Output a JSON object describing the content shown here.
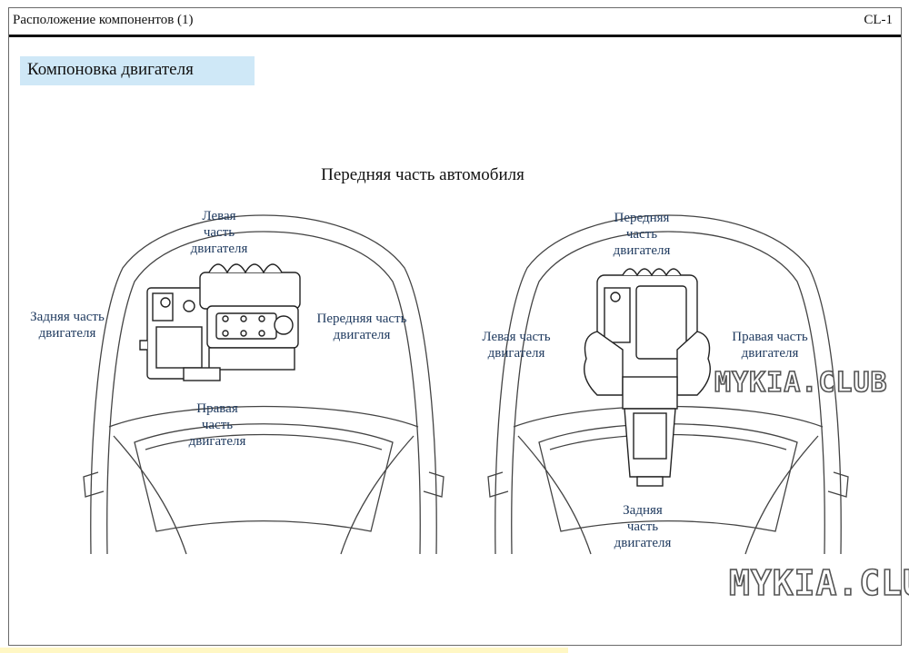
{
  "header": {
    "title": "Расположение компонентов (1)",
    "page": "CL-1"
  },
  "section_title": "Компоновка двигателя",
  "front_label": "Передняя часть автомобиля",
  "left_view": {
    "top": "Левая\nчасть\nдвигателя",
    "left": "Задняя часть\nдвигателя",
    "right": "Передняя часть\nдвигателя",
    "bottom": "Правая\nчасть\nдвигателя"
  },
  "right_view": {
    "top": "Передняя\nчасть\nдвигателя",
    "left": "Левая часть\nдвигателя",
    "right": "Правая часть\nдвигателя",
    "bottom": "Задняя\nчасть\nдвигателя"
  },
  "watermarks": [
    "MYKIA.CLUB",
    "MYKIA.CLUB"
  ]
}
